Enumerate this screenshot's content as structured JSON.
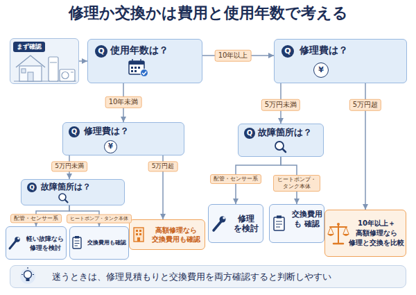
{
  "diagram": {
    "title": "修理か交換かは費用と使用年数で考える",
    "nodes": [
      {
        "text": [
          "まず確認"
        ]
      },
      {
        "text": [
          "Q",
          "使用年数は？"
        ]
      },
      {
        "text": [
          "Q",
          "修理費は？",
          "¥"
        ]
      },
      {
        "text": [
          "Q",
          "修理費は？",
          "¥"
        ]
      },
      {
        "text": [
          "Q",
          "故障箇所は？"
        ]
      },
      {
        "text": [
          "Q",
          "故障箇所は？"
        ]
      },
      {
        "text": [
          "修理 を検討"
        ]
      },
      {
        "text": [
          "交換費用 も 確認"
        ]
      },
      {
        "text": [
          "10年以上＋ 高額修理なら 修理と交換を比較"
        ]
      },
      {
        "text": [
          "高額修理なら 交換費用も確認"
        ]
      },
      {
        "text": [
          "軽い故障なら 修理を検討"
        ]
      },
      {
        "text": [
          "交換費用も確認"
        ]
      },
      {
        "text": [
          "迷うときは、修理見積もりと交換費用を両方確認すると判断しやすい"
        ]
      }
    ],
    "edges": [
      {
        "from": 0,
        "to": 1,
        "arrow": "to"
      },
      {
        "from": 1,
        "to": 2,
        "label": "10年以上",
        "arrow": "to"
      },
      {
        "from": 1,
        "to": 3,
        "label": "10年未満",
        "arrow": "to"
      },
      {
        "from": 2,
        "to": 4,
        "label": "5万円未満",
        "arrow": "to"
      },
      {
        "from": 2,
        "to": 8,
        "label": "5万円超",
        "arrow": "to"
      },
      {
        "from": 3,
        "to": 5,
        "label": "5万円未満",
        "arrow": "to"
      },
      {
        "from": 3,
        "to": 9,
        "label": "5万円超",
        "arrow": "to"
      },
      {
        "from": 4,
        "to": 6,
        "label": "配管・センサー系",
        "arrow": "to"
      },
      {
        "from": 4,
        "to": 7,
        "label": "ヒートポンプ・タンク本体",
        "arrow": "to"
      },
      {
        "from": 5,
        "to": 10,
        "label": "配管・センサー系",
        "arrow": "to"
      },
      {
        "from": 5,
        "to": 11,
        "label": "ヒートポンプ・タンク本体",
        "arrow": "to"
      }
    ]
  }
}
